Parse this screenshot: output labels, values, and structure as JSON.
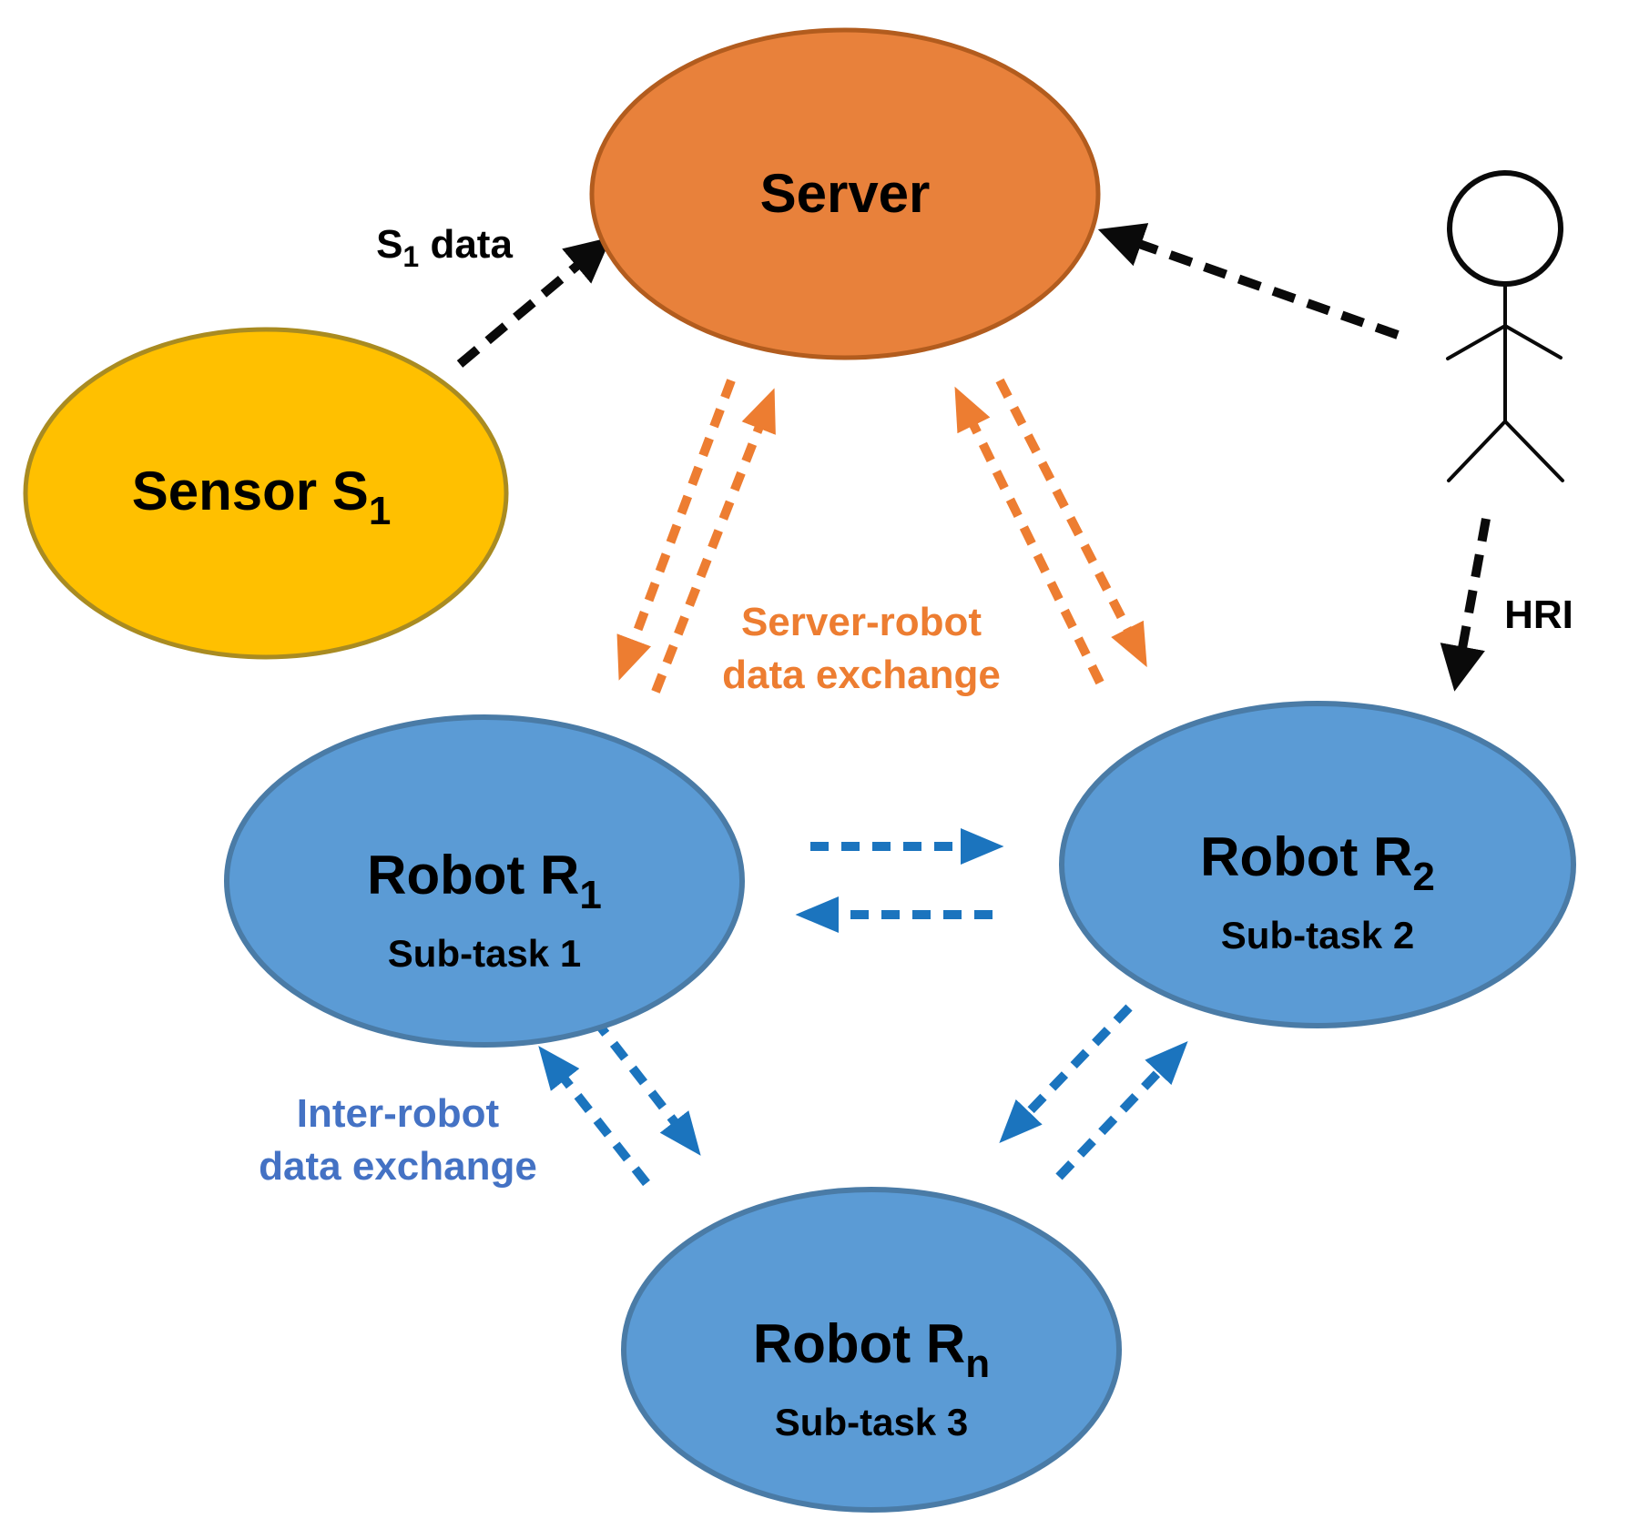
{
  "nodes": {
    "server": {
      "title": "Server"
    },
    "sensor": {
      "title": "Sensor S",
      "subscript": "1"
    },
    "robot1": {
      "title": "Robot R",
      "subscript": "1",
      "subtask": "Sub-task 1"
    },
    "robot2": {
      "title": "Robot R",
      "subscript": "2",
      "subtask": "Sub-task 2"
    },
    "robotn": {
      "title": "Robot R",
      "subscript": "n",
      "subtask": "Sub-task 3"
    }
  },
  "labels": {
    "sensor_data_prefix": "S",
    "sensor_data_subscript": "1",
    "sensor_data_suffix": " data",
    "hri": "HRI",
    "server_robot_line1": "Server-robot",
    "server_robot_line2": "data exchange",
    "inter_robot_line1": "Inter-robot",
    "inter_robot_line2": "data exchange"
  },
  "colors": {
    "background": "#FFFFFF",
    "server_fill": "#E8813B",
    "server_stroke": "#B25C1E",
    "sensor_fill": "#FFC000",
    "sensor_stroke": "#A98B21",
    "robot_fill": "#5B9BD5",
    "robot_stroke": "#4A7BA6",
    "orange_arrow": "#ED7D31",
    "blue_arrow": "#1B74BE",
    "black_arrow": "#0A0A0A",
    "inter_robot_text": "#4472C4",
    "node_text": "#000000"
  }
}
